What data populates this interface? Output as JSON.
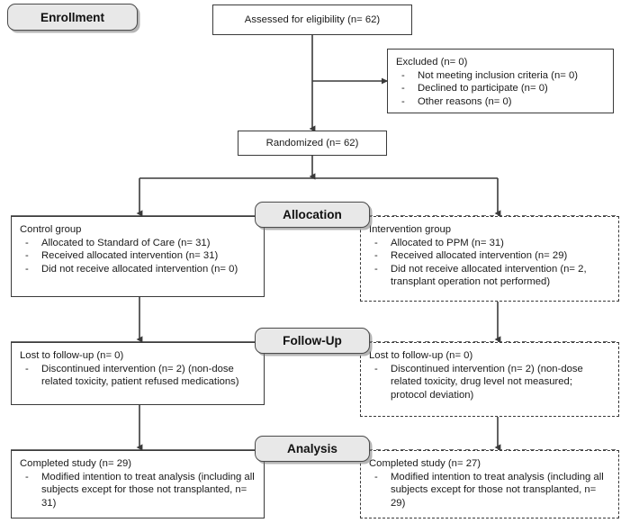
{
  "diagram": {
    "title": "CONSORT participant flow diagram",
    "colors": {
      "box_border": "#3a3a3a",
      "box_fill": "#ffffff",
      "pill_fill": "#e8e8e8",
      "pill_border": "#4a4a4a",
      "connector": "#3a3a3a",
      "text": "#1a1a1a"
    }
  },
  "stages": {
    "enrollment": "Enrollment",
    "allocation": "Allocation",
    "followup": "Follow-Up",
    "analysis": "Analysis"
  },
  "boxes": {
    "assessed": {
      "head": "Assessed for eligibility (n= 62)"
    },
    "excluded": {
      "head": "Excluded (n= 0)",
      "items": [
        "Not meeting inclusion criteria (n= 0)",
        "Declined to participate (n= 0)",
        "Other reasons (n= 0)"
      ]
    },
    "randomized": {
      "head": "Randomized (n= 62)"
    },
    "allocation_control": {
      "head": "Control group",
      "items": [
        "Allocated to Standard of Care (n= 31)",
        "Received allocated intervention (n= 31)",
        "Did not receive allocated intervention (n= 0)"
      ]
    },
    "allocation_intervention": {
      "head": "Intervention group",
      "items": [
        "Allocated to PPM (n= 31)",
        "Received allocated intervention (n= 29)",
        "Did not receive allocated intervention (n= 2, transplant operation not performed)"
      ]
    },
    "followup_control": {
      "head": "Lost to follow-up (n= 0)",
      "items": [
        "Discontinued intervention (n= 2) (non-dose related toxicity, patient refused medications)"
      ]
    },
    "followup_intervention": {
      "head": "Lost to follow-up (n= 0)",
      "items": [
        "Discontinued intervention (n= 2) (non-dose related toxicity, drug level not measured; protocol deviation)"
      ]
    },
    "analysis_control": {
      "head": "Completed study (n= 29)",
      "items": [
        "Modified intention to treat analysis (including all subjects except for those not transplanted, n= 31)"
      ]
    },
    "analysis_intervention": {
      "head": "Completed study (n= 27)",
      "items": [
        "Modified intention to treat analysis (including all subjects except for those not transplanted, n= 29)"
      ]
    }
  },
  "bullet_marker": "-"
}
